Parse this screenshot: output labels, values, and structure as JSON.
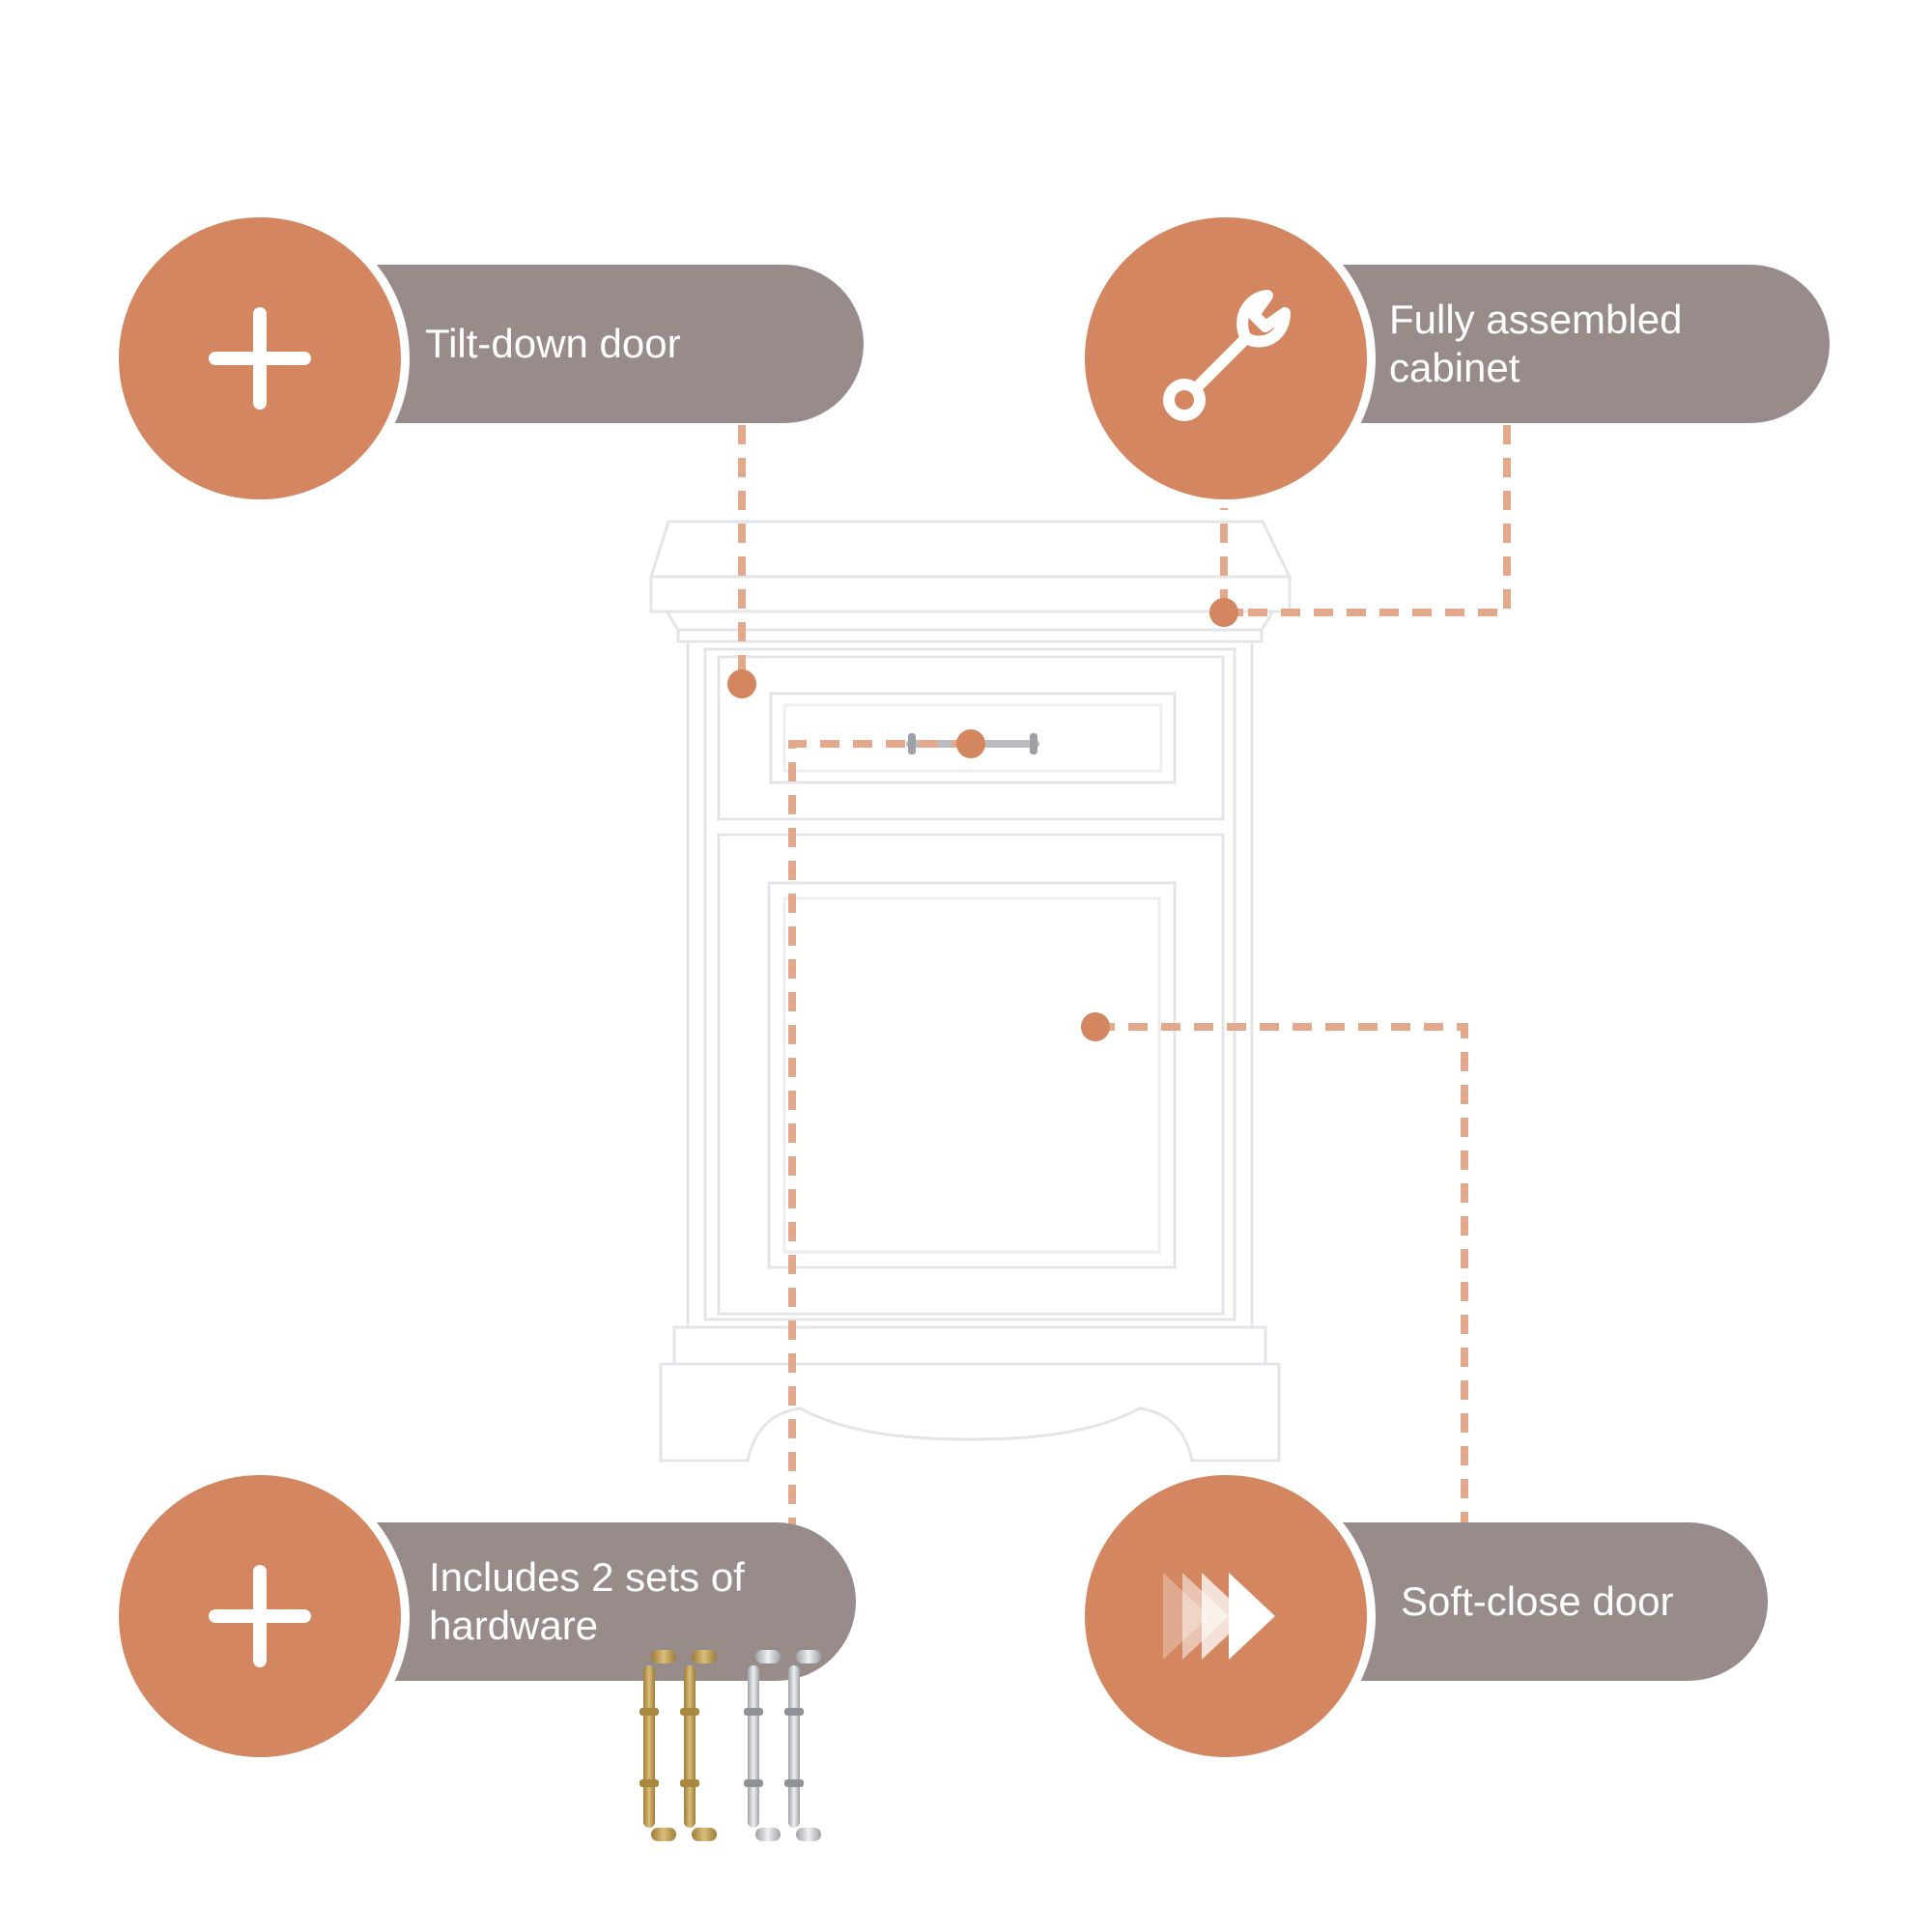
{
  "colors": {
    "accent": "#d3865f",
    "pill": "#978c89",
    "connector": "#e2a98c",
    "cabinet": "#ffffff",
    "cabinet_edge": "#e4e6e9",
    "brass": "#c2a25b",
    "chrome": "#bfc2c6"
  },
  "features": [
    {
      "label": "Tilt-down door",
      "icon": "plus-icon"
    },
    {
      "label": "Fully assembled\ncabinet",
      "icon": "wrench-icon"
    },
    {
      "label": "Includes 2 sets of\nhardware",
      "icon": "plus-icon"
    },
    {
      "label": "Soft-close door",
      "icon": "fast-forward-icon"
    }
  ],
  "hardware_finishes": [
    "brass",
    "chrome"
  ]
}
